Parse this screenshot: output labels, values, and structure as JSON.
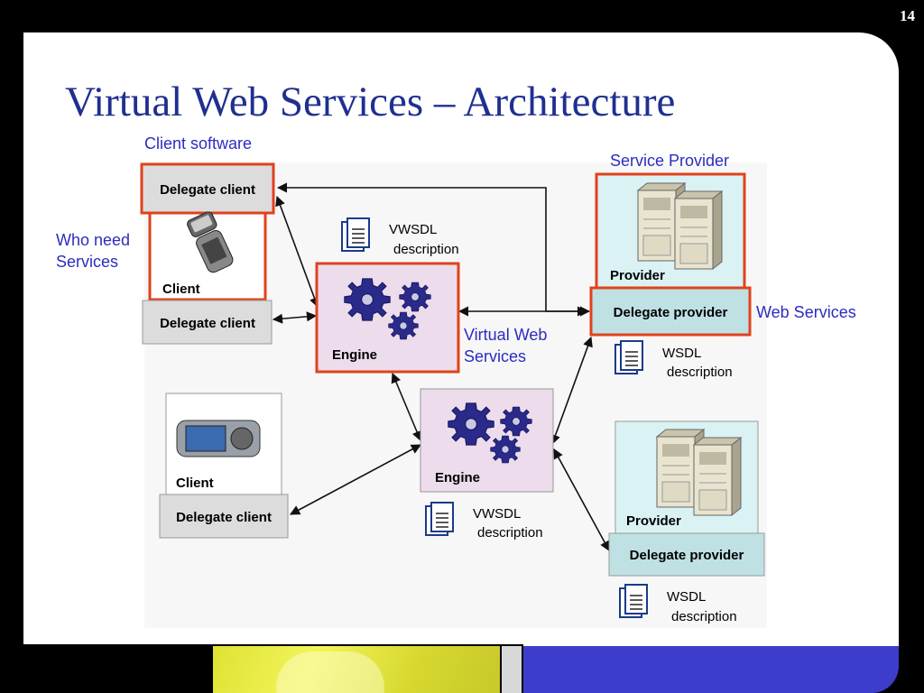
{
  "slide": {
    "number": "14",
    "title": "Virtual Web Services – Architecture"
  },
  "notes": {
    "client_software": "Client software",
    "who_need_line1": "Who need",
    "who_need_line2": "Services",
    "service_provider": "Service Provider",
    "web_services": "Web Services",
    "virtual_ws_line1": "Virtual Web",
    "virtual_ws_line2": "Services"
  },
  "diagram": {
    "delegate_client_top": "Delegate client",
    "client_top": "Client",
    "delegate_client_mid": "Delegate client",
    "client_bottom": "Client",
    "delegate_client_bottom": "Delegate client",
    "engine_top": "Engine",
    "engine_bottom": "Engine",
    "vwsdl_top_1": "VWSDL",
    "vwsdl_top_2": "description",
    "vwsdl_bottom_1": "VWSDL",
    "vwsdl_bottom_2": "description",
    "provider_top": "Provider",
    "delegate_provider_top": "Delegate provider",
    "wsdl_top_1": "WSDL",
    "wsdl_top_2": "description",
    "provider_bottom": "Provider",
    "delegate_provider_bottom": "Delegate provider",
    "wsdl_bottom_1": "WSDL",
    "wsdl_bottom_2": "description"
  },
  "colors": {
    "highlight": "#e0421c",
    "engine_fill": "#ecdcec",
    "provider_fill": "#daf2f4",
    "delegate_provider_fill": "#bfe1e3",
    "delegate_client_fill": "#dcdcdc",
    "gear": "#2a2a8a",
    "note_text": "#2c2cbf",
    "title_text": "#1f2f91"
  }
}
